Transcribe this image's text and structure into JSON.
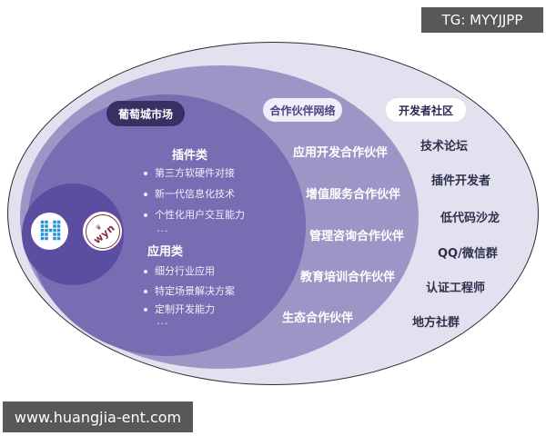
{
  "badges": {
    "telegram": "TG: MYYJJPP",
    "website": "www.huangjia-ent.com"
  },
  "logos": {
    "h": "H",
    "wyn": "wyn"
  },
  "rings": {
    "market": {
      "label": "葡萄城市场",
      "groups": [
        {
          "title": "插件类",
          "items": [
            "第三方软硬件对接",
            "新一代信息化技术",
            "个性化用户交互能力"
          ],
          "more": "..."
        },
        {
          "title": "应用类",
          "items": [
            "细分行业应用",
            "特定场景解决方案",
            "定制开发能力"
          ],
          "more": "..."
        }
      ]
    },
    "partners": {
      "label": "合作伙伴网络",
      "items": [
        "应用开发合作伙伴",
        "增值服务合作伙伴",
        "管理咨询合作伙伴",
        "教育培训合作伙伴",
        "生态合作伙伴"
      ]
    },
    "community": {
      "label": "开发者社区",
      "items": [
        "技术论坛",
        "插件开发者",
        "低代码沙龙",
        "QQ/微信群",
        "认证工程师",
        "地方社群"
      ]
    }
  },
  "colors": {
    "outer_ring": "#e2e1f0",
    "middle_ring": "#9b96c6",
    "inner_ring": "#786cb2",
    "logo_circle": "#5b4da0",
    "market_pill_bg": "#3a2f63",
    "badge_bg": "#58585a",
    "h_logo_blue": "#1f93d6",
    "wyn_maroon": "#7e2c44",
    "outer_text": "#31304c"
  }
}
